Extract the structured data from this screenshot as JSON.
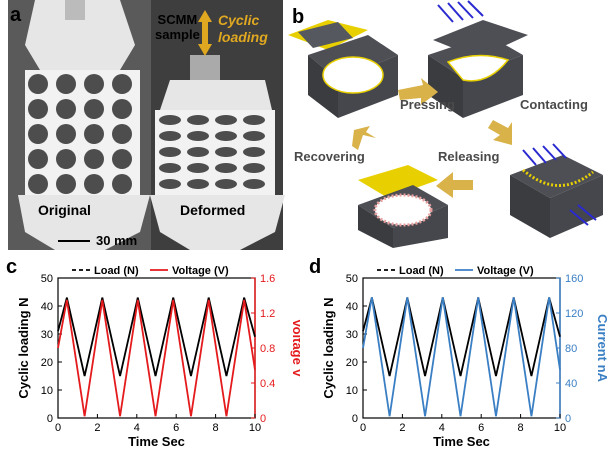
{
  "panels": {
    "a": {
      "letter": "a",
      "sample_label_line1": "SCMM",
      "sample_label_line2": "sample",
      "loading_label_line1": "Cyclic",
      "loading_label_line2": "loading",
      "original_label": "Original",
      "deformed_label": "Deformed",
      "scale_label": "30 mm"
    },
    "b": {
      "letter": "b",
      "steps": [
        "Pressing",
        "Contacting",
        "Releasing",
        "Recovering"
      ]
    },
    "c": {
      "letter": "c"
    },
    "d": {
      "letter": "d"
    }
  },
  "colors": {
    "photo_bg": "#4a4a4a",
    "arrow_gold": "#e0a820",
    "step_arrow": "#d9b34a",
    "block_gray": "#4d4f55",
    "block_yellow": "#e8d000",
    "force_blue": "#2a2ad0",
    "load_black": "#000000",
    "voltage_red": "#e41a1c",
    "voltage_blue": "#3a7fc4"
  },
  "chart_data": [
    {
      "type": "line",
      "xlabel": "Time Sec",
      "ylabel": "Cyclic loading N",
      "y2label": "Voltage V",
      "xlim": [
        0,
        10
      ],
      "ylim": [
        0,
        50
      ],
      "y2lim": [
        0,
        1.6
      ],
      "xticks": [
        "0",
        "2",
        "4",
        "6",
        "8",
        "10"
      ],
      "yticks": [
        "0",
        "10",
        "20",
        "30",
        "40",
        "50"
      ],
      "y2ticks": [
        "0",
        "0.4",
        "0.8",
        "1.2",
        "1.6"
      ],
      "legend": "top",
      "series": [
        {
          "name": "Load (N)",
          "axis": "left",
          "style": "solid",
          "x": [
            0,
            0.45,
            1.35,
            2.25,
            3.15,
            4.05,
            4.95,
            5.85,
            6.75,
            7.65,
            8.55,
            9.45,
            10
          ],
          "y": [
            31,
            43,
            15,
            43,
            15,
            43,
            15,
            43,
            15,
            43,
            15,
            43,
            29
          ]
        },
        {
          "name": "Voltage (V)",
          "axis": "right",
          "style": "solid",
          "x": [
            0,
            0.45,
            1.35,
            2.25,
            3.15,
            4.05,
            4.95,
            5.85,
            6.75,
            7.65,
            8.55,
            9.45,
            10
          ],
          "y": [
            0.8,
            1.35,
            0.02,
            1.35,
            0.02,
            1.35,
            0.02,
            1.35,
            0.02,
            1.35,
            0.02,
            1.35,
            0.55
          ]
        }
      ]
    },
    {
      "type": "line",
      "xlabel": "Time Sec",
      "ylabel": "Cyclic loading N",
      "y2label": "Current nA",
      "xlim": [
        0,
        10
      ],
      "ylim": [
        0,
        50
      ],
      "y2lim": [
        0,
        160
      ],
      "xticks": [
        "0",
        "2",
        "4",
        "6",
        "8",
        "10"
      ],
      "yticks": [
        "0",
        "10",
        "20",
        "30",
        "40",
        "50"
      ],
      "y2ticks": [
        "0",
        "40",
        "80",
        "120",
        "160"
      ],
      "legend": "top",
      "series": [
        {
          "name": "Load (N)",
          "axis": "left",
          "style": "solid",
          "x": [
            0,
            0.45,
            1.35,
            2.25,
            3.15,
            4.05,
            4.95,
            5.85,
            6.75,
            7.65,
            8.55,
            9.45,
            10
          ],
          "y": [
            31,
            43,
            15,
            43,
            15,
            43,
            15,
            43,
            15,
            43,
            15,
            43,
            29
          ]
        },
        {
          "name": "Voltage (V)",
          "axis": "right",
          "style": "solid",
          "x": [
            0,
            0.45,
            1.35,
            2.25,
            3.15,
            4.05,
            4.95,
            5.85,
            6.75,
            7.65,
            8.55,
            9.45,
            10
          ],
          "y": [
            80,
            138,
            2,
            138,
            2,
            138,
            2,
            138,
            2,
            138,
            2,
            138,
            55
          ]
        }
      ]
    }
  ]
}
